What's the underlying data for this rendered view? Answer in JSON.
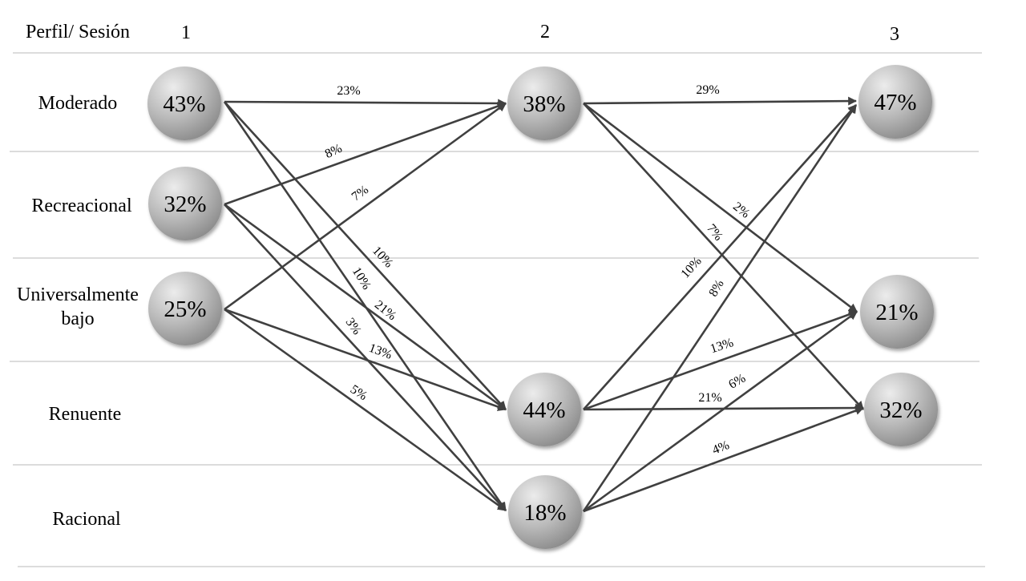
{
  "header": {
    "profile_session": "Perfil/ Sesión",
    "sessions": [
      "1",
      "2",
      "3"
    ]
  },
  "rows": [
    {
      "id": "moderado",
      "label_lines": [
        "Moderado"
      ]
    },
    {
      "id": "recreacional",
      "label_lines": [
        "Recreacional"
      ]
    },
    {
      "id": "universal",
      "label_lines": [
        "Universalmente",
        "bajo"
      ]
    },
    {
      "id": "renuente",
      "label_lines": [
        "Renuente"
      ]
    },
    {
      "id": "racional",
      "label_lines": [
        "Racional"
      ]
    }
  ],
  "nodes": [
    {
      "id": "s1_moderado",
      "session": 1,
      "row": "moderado",
      "label": "43%"
    },
    {
      "id": "s1_recreacional",
      "session": 1,
      "row": "recreacional",
      "label": "32%"
    },
    {
      "id": "s1_universal",
      "session": 1,
      "row": "universal",
      "label": "25%"
    },
    {
      "id": "s2_moderado",
      "session": 2,
      "row": "moderado",
      "label": "38%"
    },
    {
      "id": "s2_renuente",
      "session": 2,
      "row": "renuente",
      "label": "44%"
    },
    {
      "id": "s2_racional",
      "session": 2,
      "row": "racional",
      "label": "18%"
    },
    {
      "id": "s3_moderado",
      "session": 3,
      "row": "moderado",
      "label": "47%"
    },
    {
      "id": "s3_universal",
      "session": 3,
      "row": "universal",
      "label": "21%"
    },
    {
      "id": "s3_renuente",
      "session": 3,
      "row": "renuente",
      "label": "32%"
    }
  ],
  "edges": [
    {
      "from": "s1_moderado",
      "to": "s2_moderado",
      "label": "23%"
    },
    {
      "from": "s1_moderado",
      "to": "s2_renuente",
      "label": "10%"
    },
    {
      "from": "s1_moderado",
      "to": "s2_racional",
      "label": "10%"
    },
    {
      "from": "s1_recreacional",
      "to": "s2_moderado",
      "label": "8%"
    },
    {
      "from": "s1_recreacional",
      "to": "s2_renuente",
      "label": "21%"
    },
    {
      "from": "s1_recreacional",
      "to": "s2_racional",
      "label": "3%"
    },
    {
      "from": "s1_universal",
      "to": "s2_moderado",
      "label": "7%"
    },
    {
      "from": "s1_universal",
      "to": "s2_renuente",
      "label": "13%"
    },
    {
      "from": "s1_universal",
      "to": "s2_racional",
      "label": "5%"
    },
    {
      "from": "s2_moderado",
      "to": "s3_moderado",
      "label": "29%"
    },
    {
      "from": "s2_moderado",
      "to": "s3_universal",
      "label": "2%"
    },
    {
      "from": "s2_moderado",
      "to": "s3_renuente",
      "label": "7%"
    },
    {
      "from": "s2_renuente",
      "to": "s3_moderado",
      "label": "10%"
    },
    {
      "from": "s2_renuente",
      "to": "s3_universal",
      "label": "13%"
    },
    {
      "from": "s2_renuente",
      "to": "s3_renuente",
      "label": "21%"
    },
    {
      "from": "s2_racional",
      "to": "s3_moderado",
      "label": "8%"
    },
    {
      "from": "s2_racional",
      "to": "s3_universal",
      "label": "6%"
    },
    {
      "from": "s2_racional",
      "to": "s3_renuente",
      "label": "4%"
    }
  ]
}
